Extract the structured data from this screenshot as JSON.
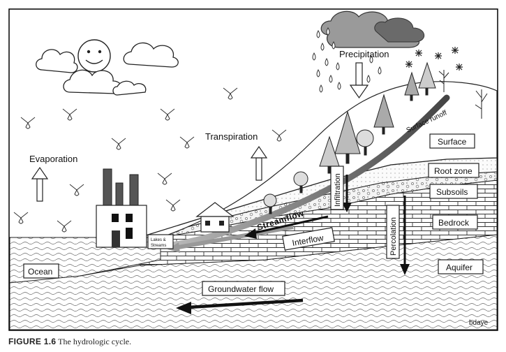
{
  "labels": {
    "precipitation": "Precipitation",
    "transpiration": "Transpiration",
    "evaporation": "Evaporation",
    "surface_runoff": "Surface runoff",
    "surface": "Surface",
    "root_zone": "Root zone",
    "subsoils": "Subsoils",
    "bedrock": "Bedrock",
    "infiltration": "Infiltration",
    "streamflow": "Streamflow",
    "interflow": "Interflow",
    "percolation": "Percolation",
    "aquifer": "Aquifer",
    "ocean": "Ocean",
    "groundwater_flow": "Groundwater flow",
    "lakes_streams_1": "Lakes &",
    "lakes_streams_2": "Streams",
    "signature": "bdaye"
  },
  "caption": {
    "figure": "FIGURE 1.6",
    "text": "The hydrologic cycle."
  }
}
